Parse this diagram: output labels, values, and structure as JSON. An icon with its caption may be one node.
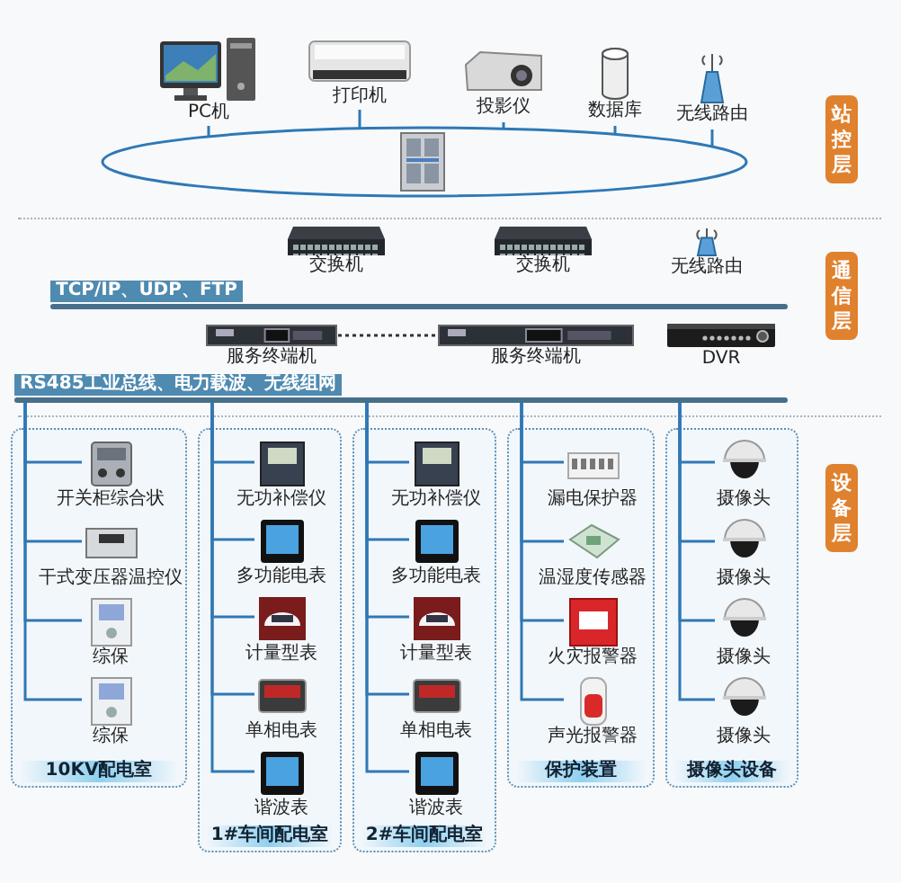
{
  "diagram": {
    "nodes": [
      {
        "text": [
          "PC机"
        ]
      },
      {
        "text": [
          "打印机"
        ]
      },
      {
        "text": [
          "投影仪"
        ]
      },
      {
        "text": [
          "数据库"
        ]
      },
      {
        "text": [
          "无线路由"
        ]
      },
      {
        "text": [],
        "shape": "circle"
      },
      {
        "text": [],
        "shape": "picture",
        "in": 5
      },
      {
        "text": [
          "TCP/IP、UDP、FTP"
        ]
      },
      {
        "text": [
          "交换机"
        ]
      },
      {
        "text": [
          "交换机"
        ]
      },
      {
        "text": [
          "无线路由"
        ]
      },
      {
        "text": [
          "服务终端机"
        ]
      },
      {
        "text": [
          "服务终端机"
        ]
      },
      {
        "text": [
          "DVR"
        ]
      },
      {
        "text": [
          "RS485工业总线、电力载波、无线组网"
        ]
      },
      {
        "text": [
          "10KV配电室"
        ]
      },
      {
        "text": [
          "开关柜综合状"
        ],
        "in": 15
      },
      {
        "text": [
          "干式变压器温控仪"
        ],
        "in": 15
      },
      {
        "text": [
          "综保"
        ],
        "in": 15
      },
      {
        "text": [
          "综保"
        ],
        "in": 15
      },
      {
        "text": [
          "1#车间配电室"
        ]
      },
      {
        "text": [
          "无功补偿仪"
        ],
        "in": 20
      },
      {
        "text": [
          "多功能电表"
        ],
        "in": 20
      },
      {
        "text": [
          "计量型表"
        ],
        "in": 20
      },
      {
        "text": [
          "单相电表"
        ],
        "in": 20
      },
      {
        "text": [
          "谐波表"
        ],
        "in": 20
      },
      {
        "text": [
          "2#车间配电室"
        ]
      },
      {
        "text": [
          "无功补偿仪"
        ],
        "in": 26
      },
      {
        "text": [
          "多功能电表"
        ],
        "in": 26
      },
      {
        "text": [
          "计量型表"
        ],
        "in": 26
      },
      {
        "text": [
          "单相电表"
        ],
        "in": 26
      },
      {
        "text": [
          "谐波表"
        ],
        "in": 26
      },
      {
        "text": [
          "保护装置"
        ]
      },
      {
        "text": [
          "漏电保护器"
        ],
        "in": 32
      },
      {
        "text": [
          "温湿度传感器"
        ],
        "in": 32
      },
      {
        "text": [
          "火灾报警器"
        ],
        "in": 32
      },
      {
        "text": [
          "声光报警器"
        ],
        "in": 32
      },
      {
        "text": [
          "摄像头设备"
        ]
      },
      {
        "text": [
          "摄像头"
        ],
        "in": 37
      },
      {
        "text": [
          "摄像头"
        ],
        "in": 37
      },
      {
        "text": [
          "摄像头"
        ],
        "in": 37
      },
      {
        "text": [
          "摄像头"
        ],
        "in": 37
      }
    ],
    "edges": [
      {
        "from": 0,
        "to": 5,
        "arrow": "none"
      },
      {
        "from": 1,
        "to": 5,
        "arrow": "none"
      },
      {
        "from": 2,
        "to": 5,
        "arrow": "none"
      },
      {
        "from": 3,
        "to": 5,
        "arrow": "none"
      },
      {
        "from": 4,
        "to": 5,
        "arrow": "none"
      },
      {
        "from": 11,
        "to": 12,
        "arrow": "none",
        "style": "dashed",
        "color": "#333333"
      },
      {
        "from": 14,
        "to": 16,
        "arrow": "none"
      },
      {
        "from": 14,
        "to": 17,
        "arrow": "none"
      },
      {
        "from": 14,
        "to": 18,
        "arrow": "none"
      },
      {
        "from": 14,
        "to": 19,
        "arrow": "none"
      },
      {
        "from": 14,
        "to": 21,
        "arrow": "none"
      },
      {
        "from": 14,
        "to": 22,
        "arrow": "none"
      },
      {
        "from": 14,
        "to": 23,
        "arrow": "none"
      },
      {
        "from": 14,
        "to": 24,
        "arrow": "none"
      },
      {
        "from": 14,
        "to": 25,
        "arrow": "none"
      },
      {
        "from": 14,
        "to": 27,
        "arrow": "none"
      },
      {
        "from": 14,
        "to": 28,
        "arrow": "none"
      },
      {
        "from": 14,
        "to": 29,
        "arrow": "none"
      },
      {
        "from": 14,
        "to": 30,
        "arrow": "none"
      },
      {
        "from": 14,
        "to": 31,
        "arrow": "none"
      },
      {
        "from": 14,
        "to": 33,
        "arrow": "none"
      },
      {
        "from": 14,
        "to": 34,
        "arrow": "none"
      },
      {
        "from": 14,
        "to": 35,
        "arrow": "none"
      },
      {
        "from": 14,
        "to": 36,
        "arrow": "none"
      },
      {
        "from": 14,
        "to": 38,
        "arrow": "none"
      },
      {
        "from": 14,
        "to": 39,
        "arrow": "none"
      },
      {
        "from": 14,
        "to": 40,
        "arrow": "none"
      },
      {
        "from": 14,
        "to": 41,
        "arrow": "none"
      }
    ],
    "labels": [
      "站控层",
      "通信层",
      "设备层"
    ]
  }
}
